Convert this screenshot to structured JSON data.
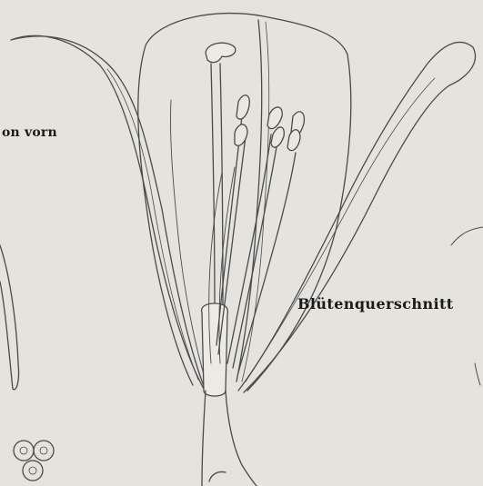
{
  "labels": {
    "left": "on vorn",
    "right": "Blütenquerschnitt"
  },
  "colors": {
    "paper": "#e4e3dd",
    "ink": "#444444",
    "tube": "#eceae4"
  },
  "illustration": {
    "subject": "lily-flower-cross-section-drawing"
  }
}
